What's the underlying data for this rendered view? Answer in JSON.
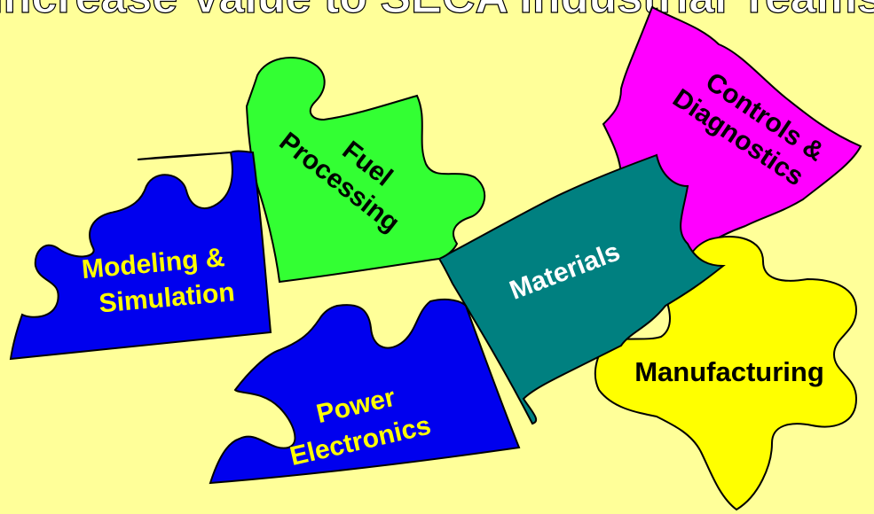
{
  "title": "Increase Value to SECA Industrial Teams",
  "colors": {
    "background": "#FFFF99",
    "blue": "#0000EE",
    "green": "#33FF33",
    "magenta": "#FF00FF",
    "teal": "#008080",
    "yellow": "#FFFF00",
    "label_yellow": "#FFFF00",
    "label_dark": "#000000",
    "label_white": "#FFFFFF"
  },
  "pieces": {
    "modeling": {
      "line1": "Modeling &",
      "line2": "Simulation"
    },
    "fuel": {
      "line1": "Fuel",
      "line2": "Processing"
    },
    "controls": {
      "line1": "Controls &",
      "line2": "Diagnostics"
    },
    "materials": {
      "line1": "Materials"
    },
    "power": {
      "line1": "Power",
      "line2": "Electronics"
    },
    "manufacturing": {
      "line1": "Manufacturing"
    }
  }
}
